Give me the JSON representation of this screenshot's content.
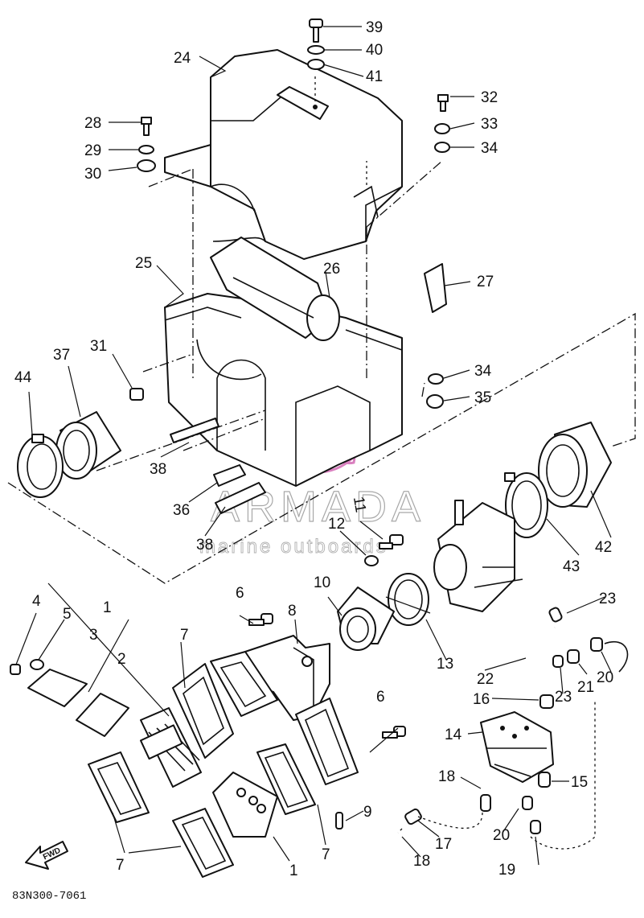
{
  "diagram": {
    "drawing_code": "83N300-7061",
    "fwd_label": "FWD",
    "watermark": {
      "brand": "ARMADA",
      "tagline": "marine outboards",
      "logo_color": "#d36bb4"
    },
    "callouts": [
      {
        "id": "c39",
        "text": "39"
      },
      {
        "id": "c40",
        "text": "40"
      },
      {
        "id": "c41",
        "text": "41"
      },
      {
        "id": "c24",
        "text": "24"
      },
      {
        "id": "c32",
        "text": "32"
      },
      {
        "id": "c28",
        "text": "28"
      },
      {
        "id": "c33",
        "text": "33"
      },
      {
        "id": "c29",
        "text": "29"
      },
      {
        "id": "c34a",
        "text": "34"
      },
      {
        "id": "c30",
        "text": "30"
      },
      {
        "id": "c25",
        "text": "25"
      },
      {
        "id": "c26",
        "text": "26"
      },
      {
        "id": "c27",
        "text": "27"
      },
      {
        "id": "c31",
        "text": "31"
      },
      {
        "id": "c37",
        "text": "37"
      },
      {
        "id": "c34b",
        "text": "34"
      },
      {
        "id": "c44",
        "text": "44"
      },
      {
        "id": "c35",
        "text": "35"
      },
      {
        "id": "c38a",
        "text": "38"
      },
      {
        "id": "c36",
        "text": "36"
      },
      {
        "id": "c11",
        "text": "11"
      },
      {
        "id": "c12",
        "text": "12"
      },
      {
        "id": "c38b",
        "text": "38"
      },
      {
        "id": "c42",
        "text": "42"
      },
      {
        "id": "c43",
        "text": "43"
      },
      {
        "id": "c10",
        "text": "10"
      },
      {
        "id": "c6a",
        "text": "6"
      },
      {
        "id": "c4",
        "text": "4"
      },
      {
        "id": "c1a",
        "text": "1"
      },
      {
        "id": "c5",
        "text": "5"
      },
      {
        "id": "c8",
        "text": "8"
      },
      {
        "id": "c23a",
        "text": "23"
      },
      {
        "id": "c3",
        "text": "3"
      },
      {
        "id": "c7a",
        "text": "7"
      },
      {
        "id": "c2",
        "text": "2"
      },
      {
        "id": "c13",
        "text": "13"
      },
      {
        "id": "c22",
        "text": "22"
      },
      {
        "id": "c20a",
        "text": "20"
      },
      {
        "id": "c21",
        "text": "21"
      },
      {
        "id": "c23b",
        "text": "23"
      },
      {
        "id": "c16",
        "text": "16"
      },
      {
        "id": "c6b",
        "text": "6"
      },
      {
        "id": "c14",
        "text": "14"
      },
      {
        "id": "c18a",
        "text": "18"
      },
      {
        "id": "c15",
        "text": "15"
      },
      {
        "id": "c9",
        "text": "9"
      },
      {
        "id": "c17",
        "text": "17"
      },
      {
        "id": "c20b",
        "text": "20"
      },
      {
        "id": "c7b",
        "text": "7"
      },
      {
        "id": "c7c",
        "text": "7"
      },
      {
        "id": "c1b",
        "text": "1"
      },
      {
        "id": "c18b",
        "text": "18"
      },
      {
        "id": "c19",
        "text": "19"
      }
    ]
  }
}
